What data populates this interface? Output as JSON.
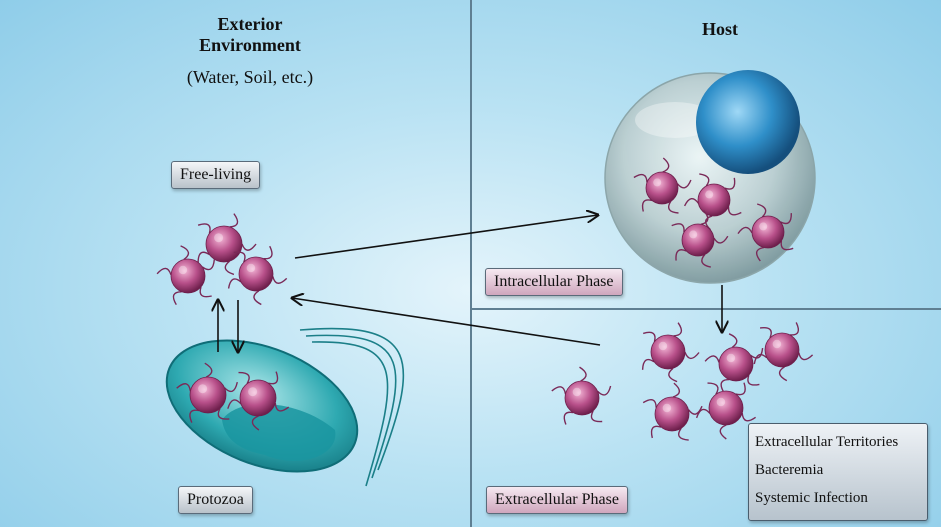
{
  "panels": {
    "exterior": {
      "title_line1": "Exterior",
      "title_line2": "Environment",
      "subtitle": "(Water, Soil, etc.)"
    },
    "host": {
      "title": "Host"
    }
  },
  "labels": {
    "free_living": "Free-living",
    "protozoa": "Protozoa",
    "intracellular_phase": "Intracellular Phase",
    "extracellular_phase": "Extracellular Phase"
  },
  "extracellular_outcomes": [
    "Extracellular Territories",
    "Bacteremia",
    "Systemic Infection"
  ],
  "colors": {
    "background": "#b9e2f3",
    "bacteria": "#b0467f",
    "host_cell": "#a8bcc0",
    "nucleus": "#2f8fc9",
    "protozoa": "#1f9fa7",
    "label_box": "#c3ccd4",
    "phase_box": "#d9b3c8"
  }
}
